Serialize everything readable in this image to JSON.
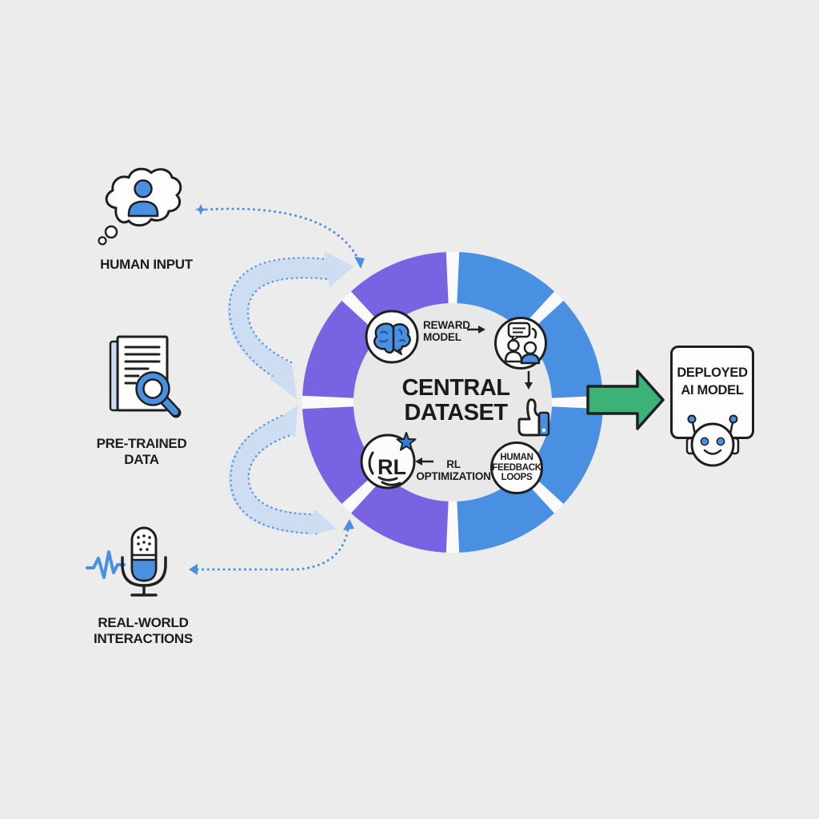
{
  "colors": {
    "background": "#ececec",
    "inner_disc": "#e8e8e8",
    "gap_white": "#fafafa",
    "ring_blue": "#4A90E2",
    "ring_purple": "#7A63E3",
    "accent_blue": "#4A90E2",
    "band_fill": "#cdddf2",
    "dotted_blue": "#4A90E2",
    "green_arrow": "#3CB277",
    "outline_dark": "#1f1f1f",
    "star_blue": "#2E7FD8",
    "text": "#1c1c1c"
  },
  "sources": {
    "human_input": {
      "label": "HUMAN INPUT"
    },
    "pre_trained": {
      "line1": "PRE-TRAINED",
      "line2": "DATA"
    },
    "real_world": {
      "line1": "REAL-WORLD",
      "line2": "INTERACTIONS"
    }
  },
  "cycle": {
    "center": {
      "line1": "CENTRAL",
      "line2": "DATASET"
    },
    "reward_model": {
      "line1": "REWARD",
      "line2": "MODEL"
    },
    "rl_optimization": {
      "line1": "RL",
      "line2": "OPTIMIZATION"
    },
    "human_feedback": {
      "line1": "HUMAN",
      "line2": "FEEDBACK",
      "line3": "LOOPS"
    },
    "rl_icon_text": "RL"
  },
  "output": {
    "box_line1": "DEPLOYED",
    "box_line2": "AI MODEL"
  }
}
